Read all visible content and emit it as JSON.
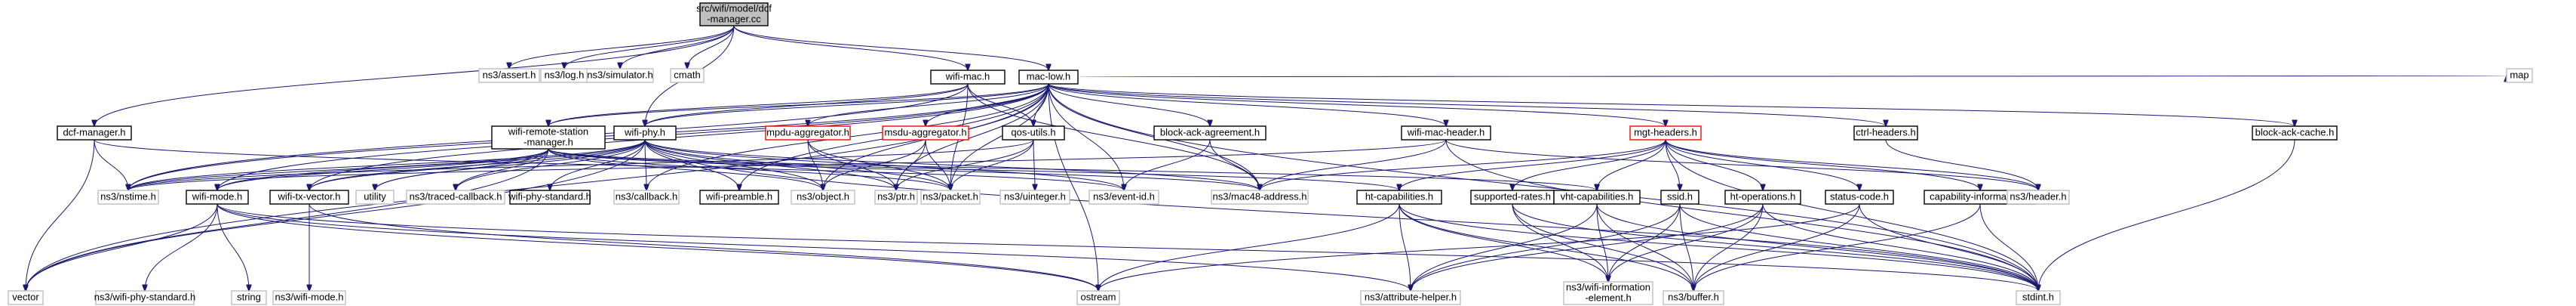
{
  "diagram": {
    "colors": {
      "edge": "#191970",
      "focus_fill": "#bfbfbf",
      "documented_border": "#000000",
      "external_border": "#bfbfbf",
      "undocumented_border": "#ff0000"
    },
    "nodes": [
      {
        "id": "dcf",
        "label": [
          "src/wifi/model/dcf",
          "-manager.cc"
        ],
        "kind": "focus"
      },
      {
        "id": "assert",
        "label": [
          "ns3/assert.h"
        ],
        "kind": "external"
      },
      {
        "id": "log",
        "label": [
          "ns3/log.h"
        ],
        "kind": "external"
      },
      {
        "id": "simulator",
        "label": [
          "ns3/simulator.h"
        ],
        "kind": "external"
      },
      {
        "id": "cmath",
        "label": [
          "cmath"
        ],
        "kind": "external"
      },
      {
        "id": "wifimac",
        "label": [
          "wifi-mac.h"
        ],
        "kind": "documented"
      },
      {
        "id": "maclow",
        "label": [
          "mac-low.h"
        ],
        "kind": "documented"
      },
      {
        "id": "dcfh",
        "label": [
          "dcf-manager.h"
        ],
        "kind": "documented"
      },
      {
        "id": "wrsm",
        "label": [
          "wifi-remote-station",
          "-manager.h"
        ],
        "kind": "documented"
      },
      {
        "id": "wifiphy",
        "label": [
          "wifi-phy.h"
        ],
        "kind": "documented"
      },
      {
        "id": "mpdu",
        "label": [
          "mpdu-aggregator.h"
        ],
        "kind": "undocumented"
      },
      {
        "id": "msdu",
        "label": [
          "msdu-aggregator.h"
        ],
        "kind": "undocumented"
      },
      {
        "id": "qos",
        "label": [
          "qos-utils.h"
        ],
        "kind": "documented"
      },
      {
        "id": "baa",
        "label": [
          "block-ack-agreement.h"
        ],
        "kind": "documented"
      },
      {
        "id": "wmh",
        "label": [
          "wifi-mac-header.h"
        ],
        "kind": "documented"
      },
      {
        "id": "mgt",
        "label": [
          "mgt-headers.h"
        ],
        "kind": "undocumented"
      },
      {
        "id": "ctrl",
        "label": [
          "ctrl-headers.h"
        ],
        "kind": "documented"
      },
      {
        "id": "bac",
        "label": [
          "block-ack-cache.h"
        ],
        "kind": "documented"
      },
      {
        "id": "map",
        "label": [
          "map"
        ],
        "kind": "external"
      },
      {
        "id": "vector",
        "label": [
          "vector"
        ],
        "kind": "external"
      },
      {
        "id": "nstime",
        "label": [
          "ns3/nstime.h"
        ],
        "kind": "external"
      },
      {
        "id": "wifimode",
        "label": [
          "wifi-mode.h"
        ],
        "kind": "documented"
      },
      {
        "id": "wtxv",
        "label": [
          "wifi-tx-vector.h"
        ],
        "kind": "documented"
      },
      {
        "id": "utility",
        "label": [
          "utility"
        ],
        "kind": "external"
      },
      {
        "id": "tcb",
        "label": [
          "ns3/traced-callback.h"
        ],
        "kind": "external"
      },
      {
        "id": "wps",
        "label": [
          "wifi-phy-standard.h"
        ],
        "kind": "documented"
      },
      {
        "id": "callback",
        "label": [
          "ns3/callback.h"
        ],
        "kind": "external"
      },
      {
        "id": "preamble",
        "label": [
          "wifi-preamble.h"
        ],
        "kind": "documented"
      },
      {
        "id": "object",
        "label": [
          "ns3/object.h"
        ],
        "kind": "external"
      },
      {
        "id": "ptr",
        "label": [
          "ns3/ptr.h"
        ],
        "kind": "external"
      },
      {
        "id": "packet",
        "label": [
          "ns3/packet.h"
        ],
        "kind": "external"
      },
      {
        "id": "uinteger",
        "label": [
          "ns3/uinteger.h"
        ],
        "kind": "external"
      },
      {
        "id": "eventid",
        "label": [
          "ns3/event-id.h"
        ],
        "kind": "external"
      },
      {
        "id": "mac48",
        "label": [
          "ns3/mac48-address.h"
        ],
        "kind": "external"
      },
      {
        "id": "htcap",
        "label": [
          "ht-capabilities.h"
        ],
        "kind": "documented"
      },
      {
        "id": "suprates",
        "label": [
          "supported-rates.h"
        ],
        "kind": "documented"
      },
      {
        "id": "vhtcap",
        "label": [
          "vht-capabilities.h"
        ],
        "kind": "documented"
      },
      {
        "id": "ssid",
        "label": [
          "ssid.h"
        ],
        "kind": "documented"
      },
      {
        "id": "htops",
        "label": [
          "ht-operations.h"
        ],
        "kind": "documented"
      },
      {
        "id": "statuscode",
        "label": [
          "status-code.h"
        ],
        "kind": "documented"
      },
      {
        "id": "capinfo",
        "label": [
          "capability-information.h"
        ],
        "kind": "documented"
      },
      {
        "id": "header",
        "label": [
          "ns3/header.h"
        ],
        "kind": "external"
      },
      {
        "id": "stdint",
        "label": [
          "stdint.h"
        ],
        "kind": "external"
      },
      {
        "id": "ostream",
        "label": [
          "ostream"
        ],
        "kind": "external"
      },
      {
        "id": "wpsext",
        "label": [
          "ns3/wifi-phy-standard.h"
        ],
        "kind": "external"
      },
      {
        "id": "string",
        "label": [
          "string"
        ],
        "kind": "external"
      },
      {
        "id": "wmodeext",
        "label": [
          "ns3/wifi-mode.h"
        ],
        "kind": "external"
      },
      {
        "id": "attrhelper",
        "label": [
          "ns3/attribute-helper.h"
        ],
        "kind": "external"
      },
      {
        "id": "wie",
        "label": [
          "ns3/wifi-information",
          "-element.h"
        ],
        "kind": "external"
      },
      {
        "id": "buffer",
        "label": [
          "ns3/buffer.h"
        ],
        "kind": "external"
      }
    ],
    "edges": [
      [
        "dcf",
        "assert"
      ],
      [
        "dcf",
        "log"
      ],
      [
        "dcf",
        "simulator"
      ],
      [
        "dcf",
        "cmath"
      ],
      [
        "dcf",
        "wifimac"
      ],
      [
        "dcf",
        "maclow"
      ],
      [
        "dcf",
        "dcfh"
      ],
      [
        "dcf",
        "wifiphy"
      ],
      [
        "wifimac",
        "wrsm"
      ],
      [
        "wifimac",
        "wifiphy"
      ],
      [
        "wifimac",
        "qos"
      ],
      [
        "wifimac",
        "nstime"
      ],
      [
        "wifimac",
        "packet"
      ],
      [
        "wifimac",
        "mac48"
      ],
      [
        "maclow",
        "wifiphy"
      ],
      [
        "maclow",
        "wrsm"
      ],
      [
        "maclow",
        "mpdu"
      ],
      [
        "maclow",
        "msdu"
      ],
      [
        "maclow",
        "qos"
      ],
      [
        "maclow",
        "baa"
      ],
      [
        "maclow",
        "wmh"
      ],
      [
        "maclow",
        "mgt"
      ],
      [
        "maclow",
        "ctrl"
      ],
      [
        "maclow",
        "bac"
      ],
      [
        "maclow",
        "map"
      ],
      [
        "maclow",
        "vector"
      ],
      [
        "maclow",
        "nstime"
      ],
      [
        "maclow",
        "wifimode"
      ],
      [
        "maclow",
        "wtxv"
      ],
      [
        "maclow",
        "callback"
      ],
      [
        "maclow",
        "preamble"
      ],
      [
        "maclow",
        "object"
      ],
      [
        "maclow",
        "ptr"
      ],
      [
        "maclow",
        "packet"
      ],
      [
        "maclow",
        "eventid"
      ],
      [
        "maclow",
        "mac48"
      ],
      [
        "maclow",
        "ostream"
      ],
      [
        "maclow",
        "stdint"
      ],
      [
        "dcfh",
        "vector"
      ],
      [
        "dcfh",
        "nstime"
      ],
      [
        "dcfh",
        "eventid"
      ],
      [
        "wrsm",
        "vector"
      ],
      [
        "wrsm",
        "nstime"
      ],
      [
        "wrsm",
        "wifimode"
      ],
      [
        "wrsm",
        "wtxv"
      ],
      [
        "wrsm",
        "utility"
      ],
      [
        "wrsm",
        "tcb"
      ],
      [
        "wrsm",
        "object"
      ],
      [
        "wrsm",
        "packet"
      ],
      [
        "wrsm",
        "mac48"
      ],
      [
        "wrsm",
        "htcap"
      ],
      [
        "wrsm",
        "vhtcap"
      ],
      [
        "wifiphy",
        "vector"
      ],
      [
        "wifiphy",
        "nstime"
      ],
      [
        "wifiphy",
        "wifimode"
      ],
      [
        "wifiphy",
        "wtxv"
      ],
      [
        "wifiphy",
        "utility"
      ],
      [
        "wifiphy",
        "tcb"
      ],
      [
        "wifiphy",
        "wps"
      ],
      [
        "wifiphy",
        "callback"
      ],
      [
        "wifiphy",
        "preamble"
      ],
      [
        "wifiphy",
        "object"
      ],
      [
        "wifiphy",
        "ptr"
      ],
      [
        "wifiphy",
        "packet"
      ],
      [
        "wifiphy",
        "eventid"
      ],
      [
        "wifiphy",
        "mac48"
      ],
      [
        "wifiphy",
        "stdint"
      ],
      [
        "mpdu",
        "object"
      ],
      [
        "mpdu",
        "ptr"
      ],
      [
        "mpdu",
        "packet"
      ],
      [
        "msdu",
        "object"
      ],
      [
        "msdu",
        "ptr"
      ],
      [
        "msdu",
        "packet"
      ],
      [
        "qos",
        "nstime"
      ],
      [
        "qos",
        "ptr"
      ],
      [
        "qos",
        "packet"
      ],
      [
        "qos",
        "uinteger"
      ],
      [
        "baa",
        "eventid"
      ],
      [
        "baa",
        "mac48"
      ],
      [
        "wmh",
        "nstime"
      ],
      [
        "wmh",
        "mac48"
      ],
      [
        "wmh",
        "header"
      ],
      [
        "wmh",
        "stdint"
      ],
      [
        "mgt",
        "htcap"
      ],
      [
        "mgt",
        "suprates"
      ],
      [
        "mgt",
        "vhtcap"
      ],
      [
        "mgt",
        "ssid"
      ],
      [
        "mgt",
        "htops"
      ],
      [
        "mgt",
        "statuscode"
      ],
      [
        "mgt",
        "capinfo"
      ],
      [
        "mgt",
        "header"
      ],
      [
        "mgt",
        "mac48"
      ],
      [
        "mgt",
        "stdint"
      ],
      [
        "ctrl",
        "header"
      ],
      [
        "bac",
        "stdint"
      ],
      [
        "wifimode",
        "vector"
      ],
      [
        "wifimode",
        "wpsext"
      ],
      [
        "wifimode",
        "string"
      ],
      [
        "wifimode",
        "ostream"
      ],
      [
        "wifimode",
        "attrhelper"
      ],
      [
        "wifimode",
        "stdint"
      ],
      [
        "wtxv",
        "wmodeext"
      ],
      [
        "wtxv",
        "ostream"
      ],
      [
        "htcap",
        "ostream"
      ],
      [
        "htcap",
        "attrhelper"
      ],
      [
        "htcap",
        "wie"
      ],
      [
        "htcap",
        "buffer"
      ],
      [
        "htcap",
        "stdint"
      ],
      [
        "suprates",
        "wie"
      ],
      [
        "suprates",
        "buffer"
      ],
      [
        "suprates",
        "stdint"
      ],
      [
        "vhtcap",
        "attrhelper"
      ],
      [
        "vhtcap",
        "wie"
      ],
      [
        "vhtcap",
        "buffer"
      ],
      [
        "vhtcap",
        "stdint"
      ],
      [
        "ssid",
        "attrhelper"
      ],
      [
        "ssid",
        "wie"
      ],
      [
        "ssid",
        "buffer"
      ],
      [
        "ssid",
        "stdint"
      ],
      [
        "htops",
        "attrhelper"
      ],
      [
        "htops",
        "wie"
      ],
      [
        "htops",
        "buffer"
      ],
      [
        "htops",
        "stdint"
      ],
      [
        "statuscode",
        "ostream"
      ],
      [
        "statuscode",
        "buffer"
      ],
      [
        "statuscode",
        "stdint"
      ],
      [
        "capinfo",
        "buffer"
      ],
      [
        "capinfo",
        "stdint"
      ]
    ]
  }
}
